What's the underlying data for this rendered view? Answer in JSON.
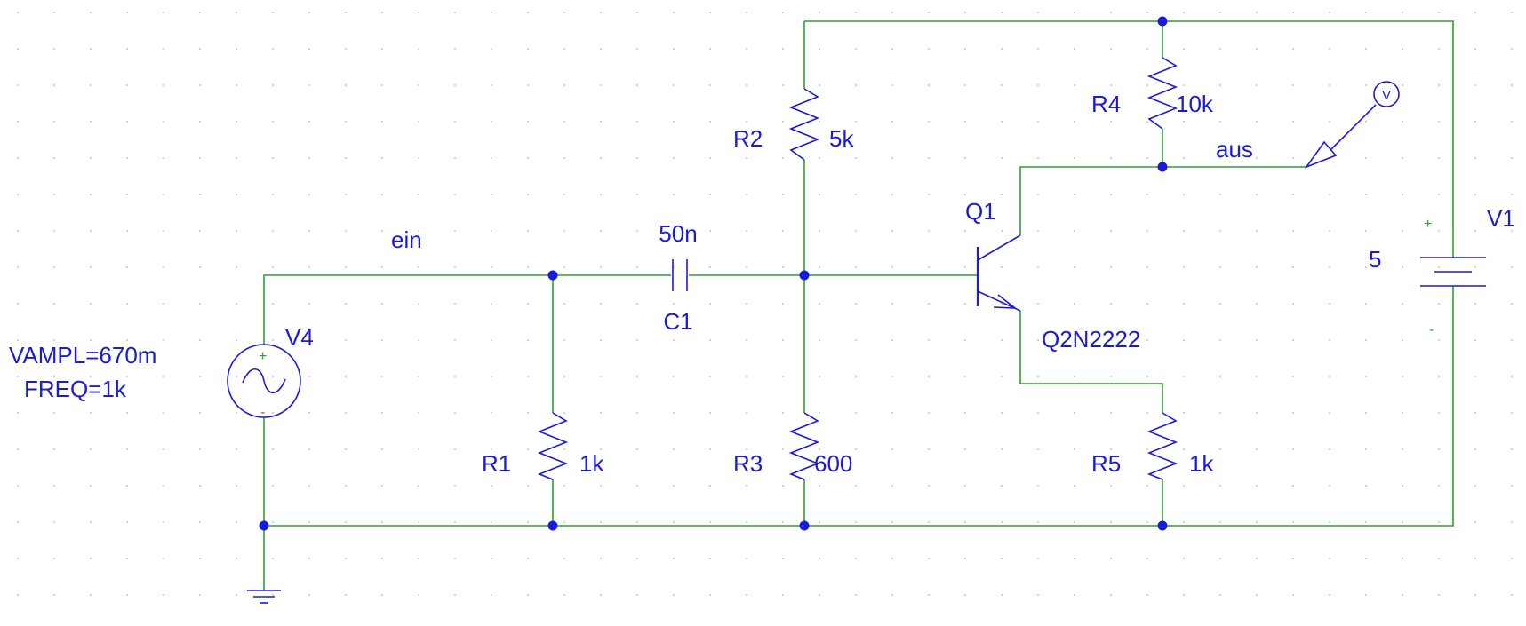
{
  "colors": {
    "wire": "#2ea02e",
    "component": "#1a1adc",
    "node_dot": "#1a1adc",
    "grid_dot": "#b4b4b4",
    "plus_v4": "#2ea02e",
    "minus_v4": "#b05030",
    "background": "#ffffff"
  },
  "nets": {
    "input": "ein",
    "output": "aus"
  },
  "components": {
    "v4": {
      "ref": "V4",
      "vampl": "VAMPL=670m",
      "freq": "FREQ=1k",
      "plus": "+",
      "minus": "-"
    },
    "v1": {
      "ref": "V1",
      "value": "5",
      "plus": "+",
      "minus": "-"
    },
    "r1": {
      "ref": "R1",
      "value": "1k"
    },
    "r2": {
      "ref": "R2",
      "value": "5k"
    },
    "r3": {
      "ref": "R3",
      "value": "600"
    },
    "r4": {
      "ref": "R4",
      "value": "10k"
    },
    "r5": {
      "ref": "R5",
      "value": "1k"
    },
    "c1": {
      "ref": "C1",
      "value": "50n"
    },
    "q1": {
      "ref": "Q1",
      "model": "Q2N2222"
    },
    "probe": {
      "symbol": "V"
    }
  }
}
